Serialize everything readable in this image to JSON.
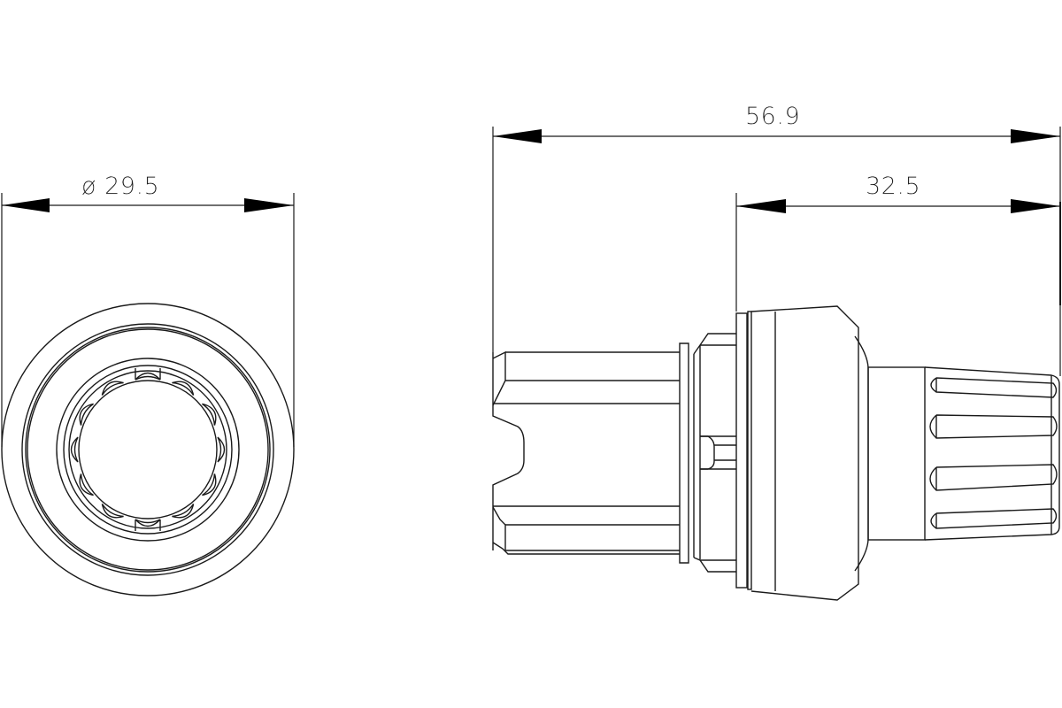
{
  "drawing": {
    "type": "technical-dimension-drawing",
    "views": [
      {
        "name": "front-view",
        "description": "circular end view with 12 inner grip notches"
      },
      {
        "name": "side-view",
        "description": "side profile of connector/knob with ribbed grip"
      }
    ],
    "line_color": "#1a1a1a",
    "background": "#ffffff"
  },
  "dimensions": {
    "diameter": {
      "symbol": "ø",
      "value": "29.5",
      "label": "ø 29.5"
    },
    "overall_length": {
      "value": "56.9",
      "label": "56.9"
    },
    "grip_length": {
      "value": "32.5",
      "label": "32.5"
    }
  }
}
